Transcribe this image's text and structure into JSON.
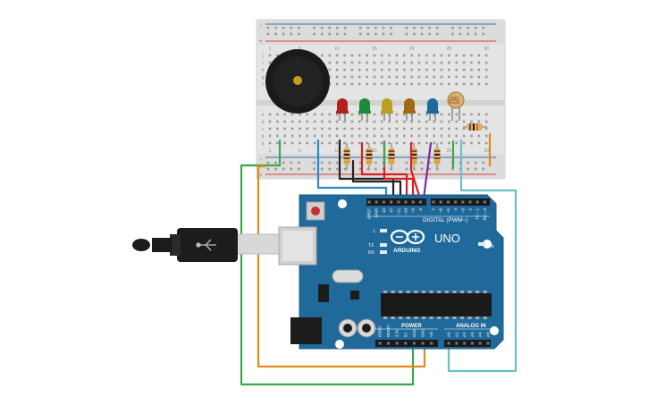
{
  "board": {
    "model": "UNO",
    "brand": "ARDUINO",
    "digital_header": "DIGITAL (PWM~)",
    "power_header": "POWER",
    "analog_header": "ANALOG IN",
    "tx_label": "TX",
    "rx_label": "RX",
    "l_label": "L",
    "on_label": "ON",
    "digital_pins": [
      "AREF",
      "GND",
      "13",
      "12",
      "~11",
      "~10",
      "~9",
      "8",
      "7",
      "~6",
      "~5",
      "4",
      "~3",
      "2",
      "TX→1",
      "RX←0"
    ],
    "power_pins": [
      "IOREF",
      "RESET",
      "3.3V",
      "5V",
      "GND",
      "GND",
      "Vin"
    ],
    "analog_pins": [
      "A0",
      "A1",
      "A2",
      "A3",
      "A4",
      "A5"
    ]
  },
  "breadboard": {
    "column_numbers": [
      "1",
      "5",
      "10",
      "15",
      "20",
      "25",
      "30"
    ],
    "row_letters_top": [
      "j",
      "i",
      "h",
      "g",
      "f"
    ],
    "row_letters_bottom": [
      "e",
      "d",
      "c",
      "b",
      "a"
    ]
  },
  "components": {
    "leds": [
      {
        "color": "#b41e1e"
      },
      {
        "color": "#1e8a3a"
      },
      {
        "color": "#b8a020"
      },
      {
        "color": "#a06a14"
      },
      {
        "color": "#1e6aa0"
      }
    ],
    "wire_colors": {
      "green": "#3aa84a",
      "orange": "#e08a1c",
      "blue": "#2a8ac8",
      "teal": "#6ac0c8",
      "red": "#d82020",
      "black": "#222222",
      "purple": "#7a2aa0",
      "rail_red": "#d84040",
      "rail_blue": "#3a6ab0"
    }
  }
}
